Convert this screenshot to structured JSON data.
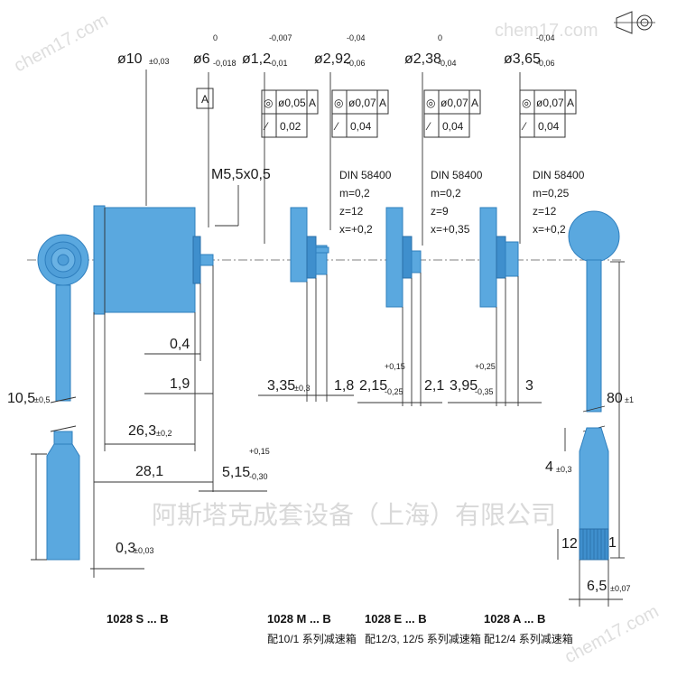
{
  "watermarks": {
    "top_right": "chem17.com",
    "top_left": "chem17.com",
    "bottom_right": "chem17.com",
    "center": "阿斯塔克成套设备（上海）有限公司"
  },
  "diameters": [
    {
      "main": "ø10",
      "tol": "±0,03"
    },
    {
      "main": "ø6",
      "tol_up": "0",
      "tol_low": "-0,018"
    },
    {
      "main": "ø1,2",
      "tol_up": "-0,007",
      "tol_low": "-0,01"
    },
    {
      "main": "ø2,92",
      "tol_up": "-0,04",
      "tol_low": "-0,06"
    },
    {
      "main": "ø2,38",
      "tol_up": "0",
      "tol_low": "-0,04"
    },
    {
      "main": "ø3,65",
      "tol_up": "-0,04",
      "tol_low": "-0,06"
    }
  ],
  "datum_label": "A",
  "frames": [
    {
      "sym1": "◎",
      "val1": "ø0,05",
      "ref": "A",
      "sym2": "⁄",
      "val2": "0,02"
    },
    {
      "sym1": "◎",
      "val1": "ø0,07",
      "ref": "A",
      "sym2": "⁄",
      "val2": "0,04"
    },
    {
      "sym1": "◎",
      "val1": "ø0,07",
      "ref": "A",
      "sym2": "⁄",
      "val2": "0,04"
    },
    {
      "sym1": "◎",
      "val1": "ø0,07",
      "ref": "A",
      "sym2": "⁄",
      "val2": "0,04"
    }
  ],
  "thread_label": "M5,5x0,5",
  "gear_specs": [
    {
      "std": "DIN 58400",
      "m": "m=0,2",
      "z": "z=12",
      "x": "x=+0,2"
    },
    {
      "std": "DIN 58400",
      "m": "m=0,2",
      "z": "z=9",
      "x": "x=+0,35"
    },
    {
      "std": "DIN 58400",
      "m": "m=0,25",
      "z": "z=12",
      "x": "x=+0,2"
    }
  ],
  "lengths": {
    "l_0_4": "0,4",
    "l_1_9": "1,9",
    "l_10_5": "10,5",
    "l_10_5_tol": "±0,5",
    "l_26_3": "26,3",
    "l_26_3_tol": "±0,2",
    "l_28_1": "28,1",
    "l_5_15": "5,15",
    "l_5_15_up": "+0,15",
    "l_5_15_low": "-0,30",
    "l_0_3": "0,3",
    "l_0_3_tol": "±0,03",
    "l_3_35": "3,35",
    "l_3_35_tol": "±0,3",
    "l_1_8": "1,8",
    "l_2_15": "2,15",
    "l_2_15_up": "+0,15",
    "l_2_15_low": "-0,25",
    "l_2_1": "2,1",
    "l_3_95": "3,95",
    "l_3_95_up": "+0,25",
    "l_3_95_low": "-0,35",
    "l_3": "3",
    "l_80": "80",
    "l_80_tol": "±1",
    "l_4": "4",
    "l_4_tol": "±0,3",
    "l_12": "12",
    "l_1": "1",
    "l_6_5": "6,5",
    "l_6_5_tol": "±0,07"
  },
  "labels": [
    {
      "code": "1028 S ... B",
      "desc": ""
    },
    {
      "code": "1028 M ... B",
      "desc": "配10/1 系列减速箱"
    },
    {
      "code": "1028 E ... B",
      "desc": "配12/3, 12/5 系列减速箱"
    },
    {
      "code": "1028 A ... B",
      "desc": "配12/4 系列减速箱"
    }
  ],
  "colors": {
    "part": "#5aa8df",
    "part_dark": "#3f8fcd"
  }
}
